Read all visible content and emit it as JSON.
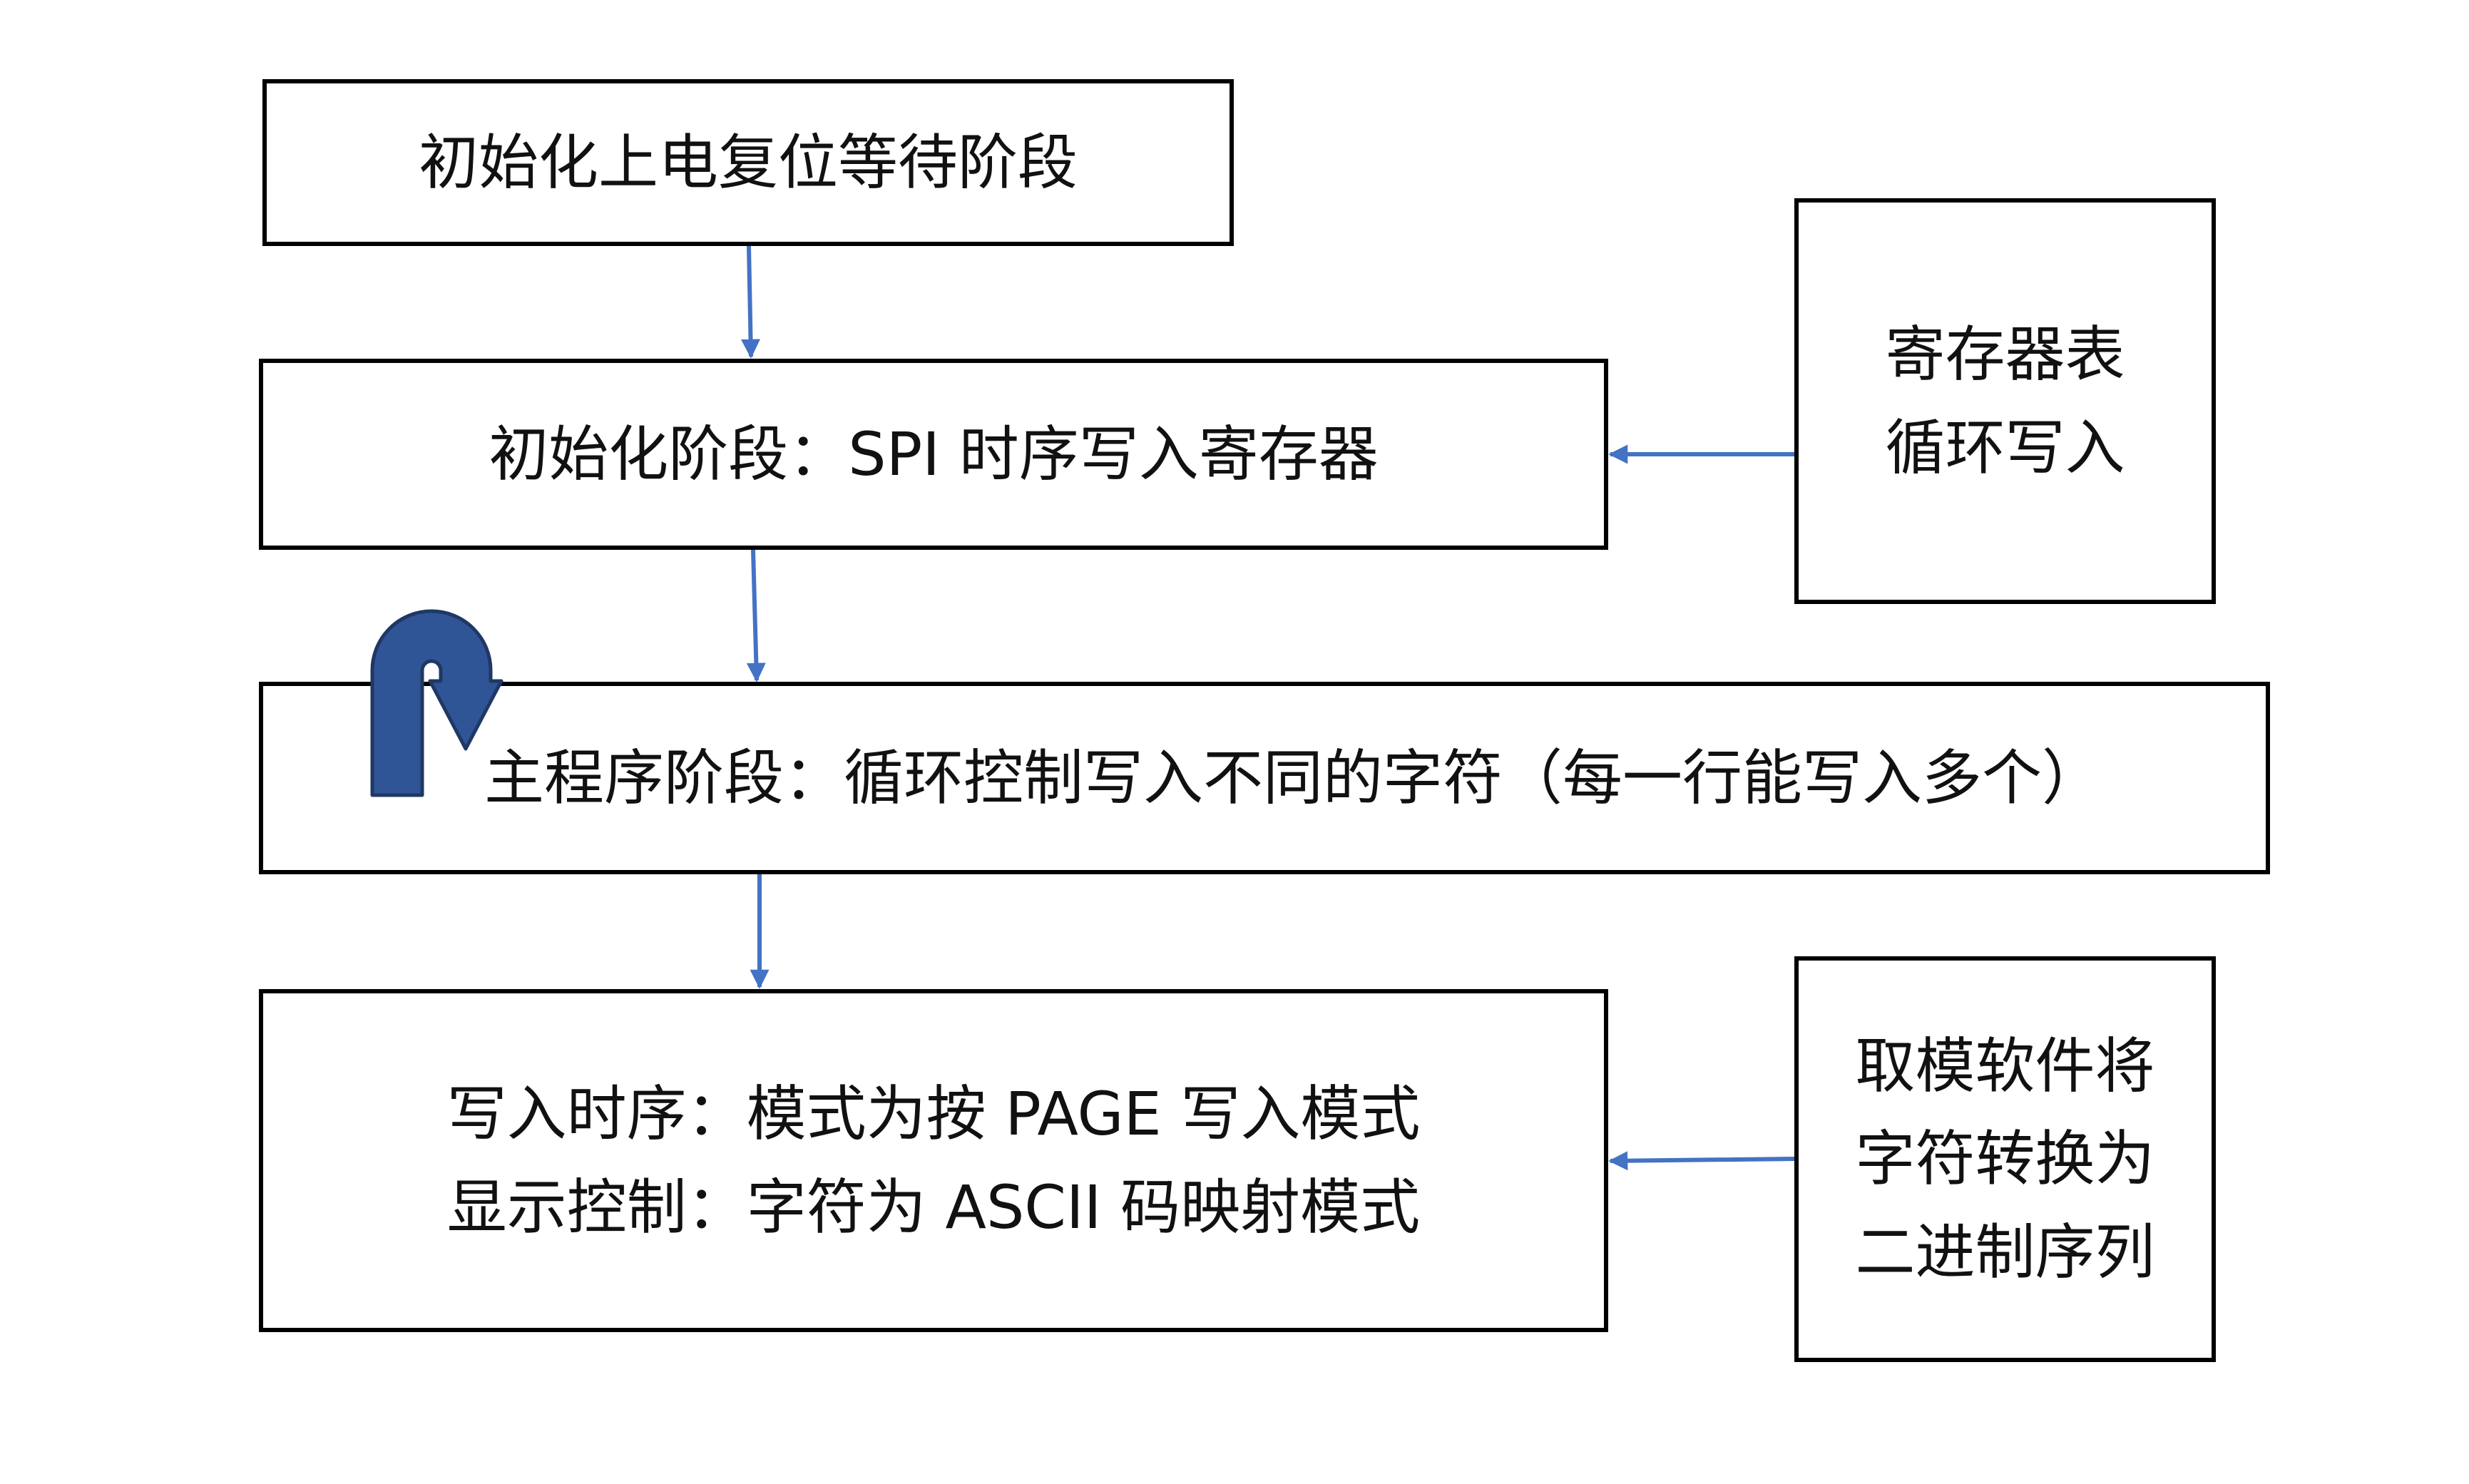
{
  "colors": {
    "arrow": "#4472C4",
    "loop_arrow_fill": "#2F5597",
    "loop_arrow_stroke": "#1F3864",
    "box_border": "#000000",
    "text": "#111111"
  },
  "boxes": {
    "init_reset": {
      "lines": [
        "初始化上电复位等待阶段"
      ]
    },
    "init_spi": {
      "lines": [
        "初始化阶段：SPI 时序写入寄存器"
      ]
    },
    "main_loop": {
      "lines": [
        "主程序阶段：循环控制写入不同的字符（每一行能写入多个）"
      ]
    },
    "write_timing": {
      "lines": [
        "写入时序：模式为按 PAGE 写入模式",
        "显示控制：字符为 ASCII 码映射模式"
      ]
    },
    "register_table": {
      "lines": [
        "寄存器表",
        "循环写入"
      ]
    },
    "modulo_software": {
      "lines": [
        "取模软件将",
        "字符转换为",
        "二进制序列"
      ]
    }
  },
  "icons": {
    "loop": "u-turn-loop-arrow-icon",
    "connector": "arrow-head-icon"
  }
}
